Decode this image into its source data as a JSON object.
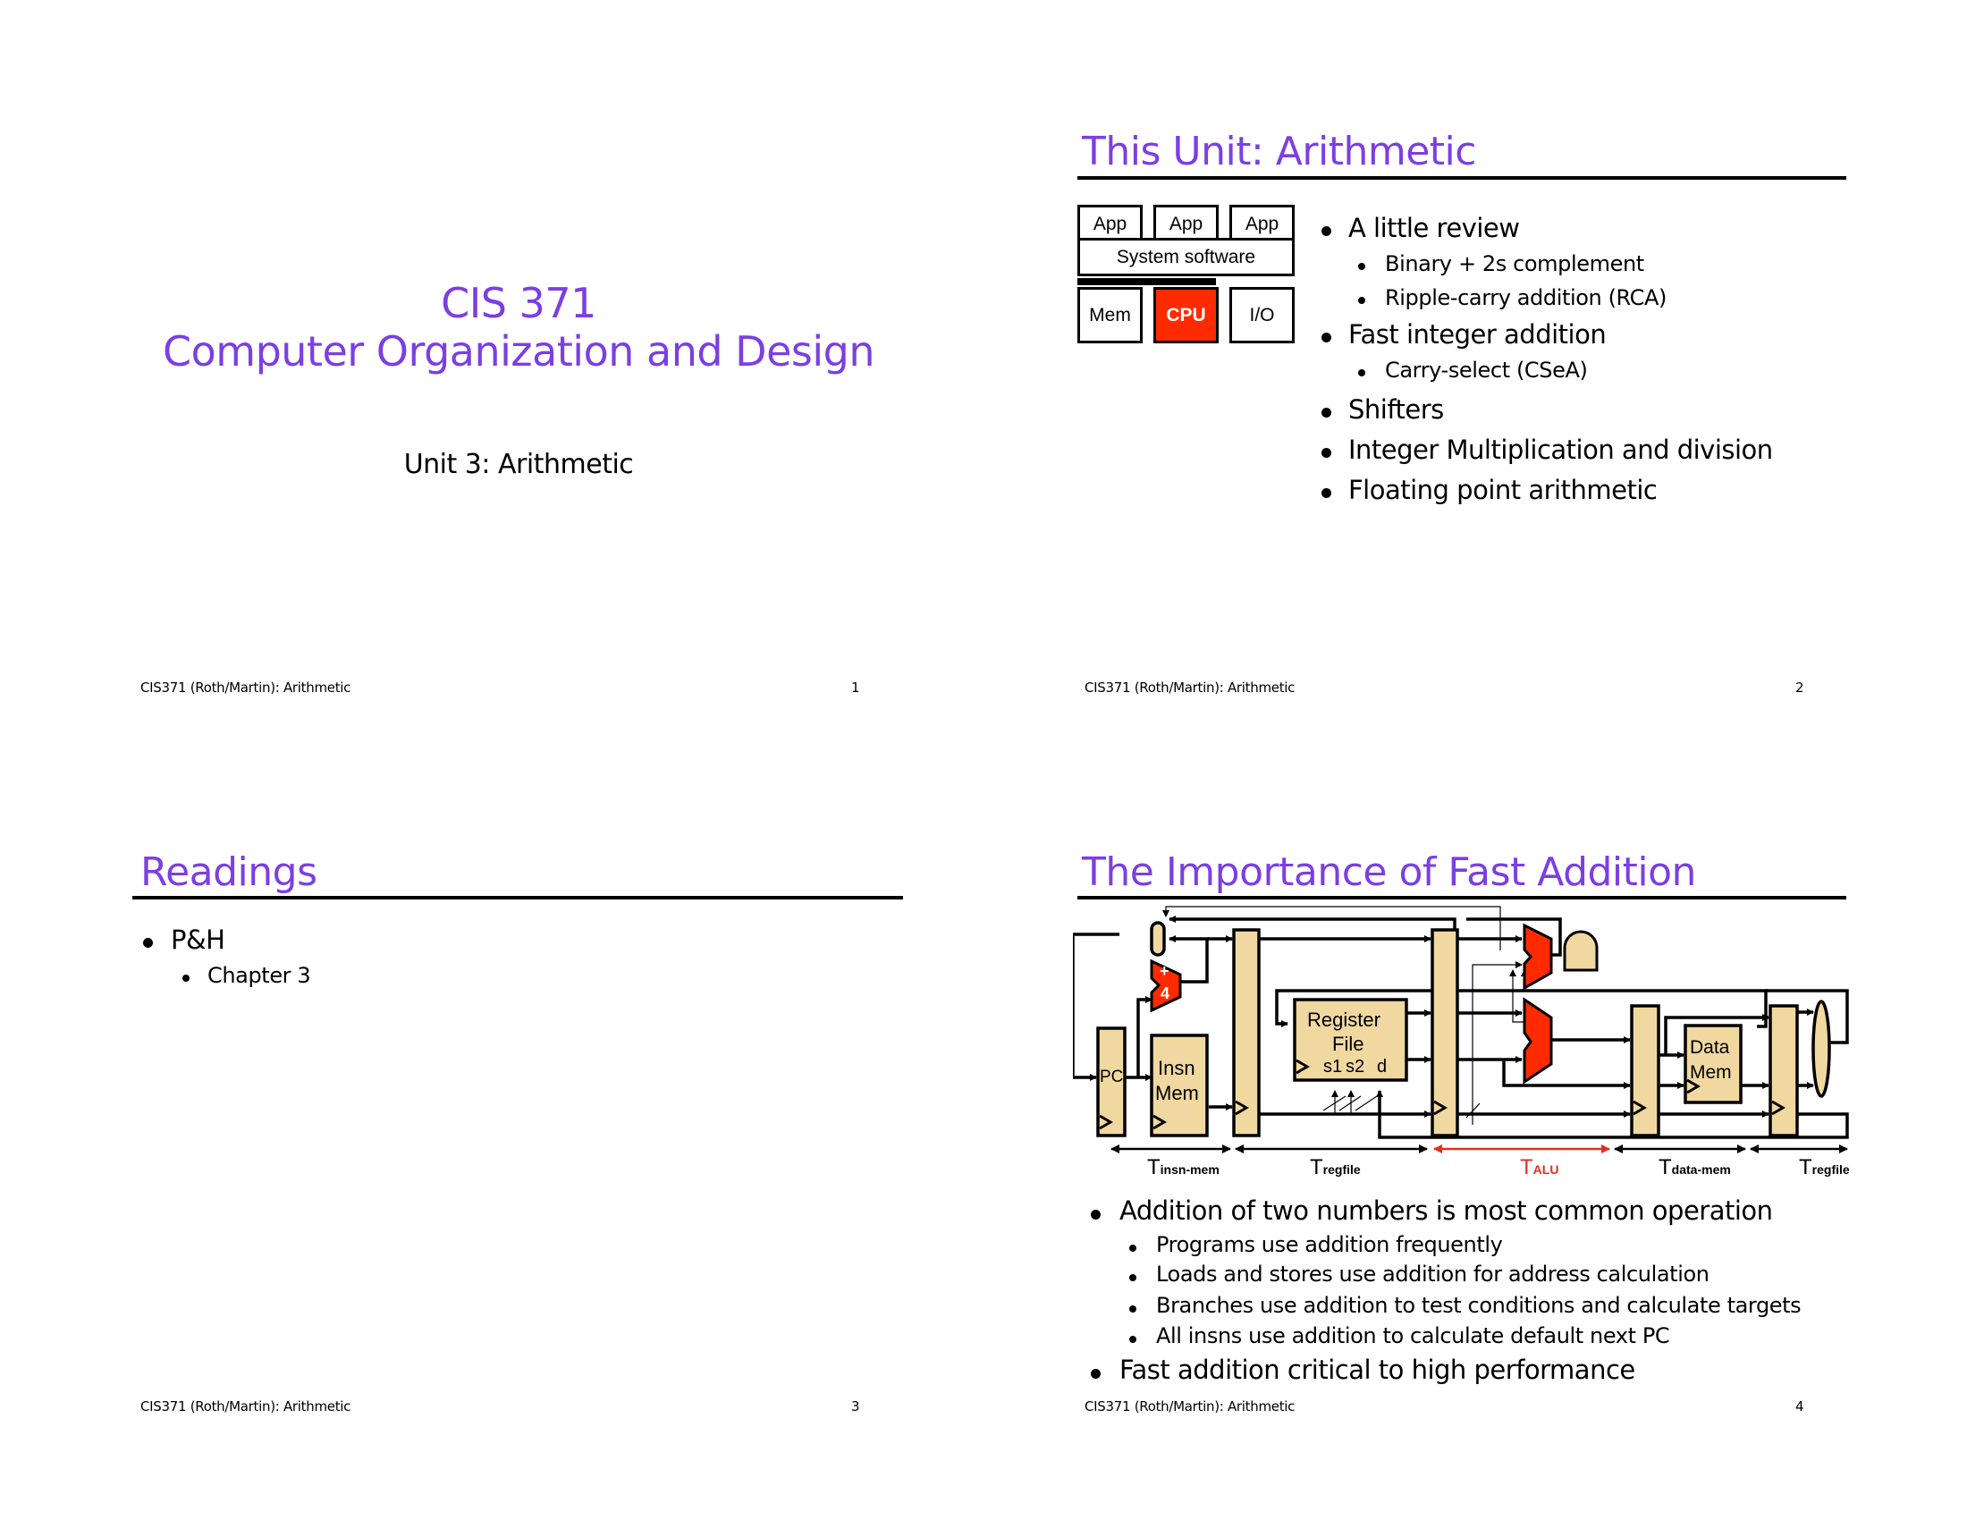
{
  "colors": {
    "title": "#7b3fe4",
    "accent_red": "#ff2a00",
    "component_fill": "#f0d8a0",
    "text": "#000000"
  },
  "slides": [
    {
      "number": "1",
      "title_line1": "CIS 371",
      "title_line2": "Computer Organization and Design",
      "subtitle": "Unit 3: Arithmetic",
      "footer": "CIS371 (Roth/Martin): Arithmetic"
    },
    {
      "number": "2",
      "title": "This Unit: Arithmetic",
      "footer": "CIS371 (Roth/Martin): Arithmetic",
      "stack_diagram": {
        "apps": [
          "App",
          "App",
          "App"
        ],
        "system_software": "System software",
        "hardware": [
          "Mem",
          "CPU",
          "I/O"
        ],
        "highlighted": "CPU"
      },
      "bullets": [
        {
          "text": "A little review",
          "sub": [
            "Binary + 2s complement",
            "Ripple-carry addition (RCA)"
          ]
        },
        {
          "text": "Fast integer addition",
          "sub": [
            "Carry-select (CSeA)"
          ]
        },
        {
          "text": "Shifters",
          "sub": []
        },
        {
          "text": "Integer Multiplication and division",
          "sub": []
        },
        {
          "text": "Floating point arithmetic",
          "sub": []
        }
      ]
    },
    {
      "number": "3",
      "title": "Readings",
      "footer": "CIS371 (Roth/Martin): Arithmetic",
      "bullets": [
        {
          "text": "P&H",
          "sub": [
            "Chapter 3"
          ]
        }
      ]
    },
    {
      "number": "4",
      "title": "The Importance of Fast Addition",
      "footer": "CIS371 (Roth/Martin): Arithmetic",
      "datapath": {
        "pc_label": "PC",
        "adder_plus": "+",
        "adder_const": "4",
        "insn_mem_line1": "Insn",
        "insn_mem_line2": "Mem",
        "regfile_line1": "Register",
        "regfile_line2": "File",
        "regfile_ports": [
          "s1",
          "s2",
          "d"
        ],
        "data_mem_line1": "Data",
        "data_mem_line2": "Mem",
        "timings": [
          {
            "main": "T",
            "sub": "insn-mem",
            "highlight": false
          },
          {
            "main": "T",
            "sub": "regfile",
            "highlight": false
          },
          {
            "main": "T",
            "sub": "ALU",
            "highlight": true
          },
          {
            "main": "T",
            "sub": "data-mem",
            "highlight": false
          },
          {
            "main": "T",
            "sub": "regfile",
            "highlight": false
          }
        ]
      },
      "bullets": [
        {
          "text": "Addition of two numbers is most common operation",
          "sub": [
            "Programs use addition frequently",
            "Loads and stores use addition for address calculation",
            "Branches use addition to test conditions and calculate targets",
            "All insns use addition to calculate default next PC"
          ]
        },
        {
          "text": "Fast addition critical to high performance",
          "sub": []
        }
      ]
    }
  ]
}
